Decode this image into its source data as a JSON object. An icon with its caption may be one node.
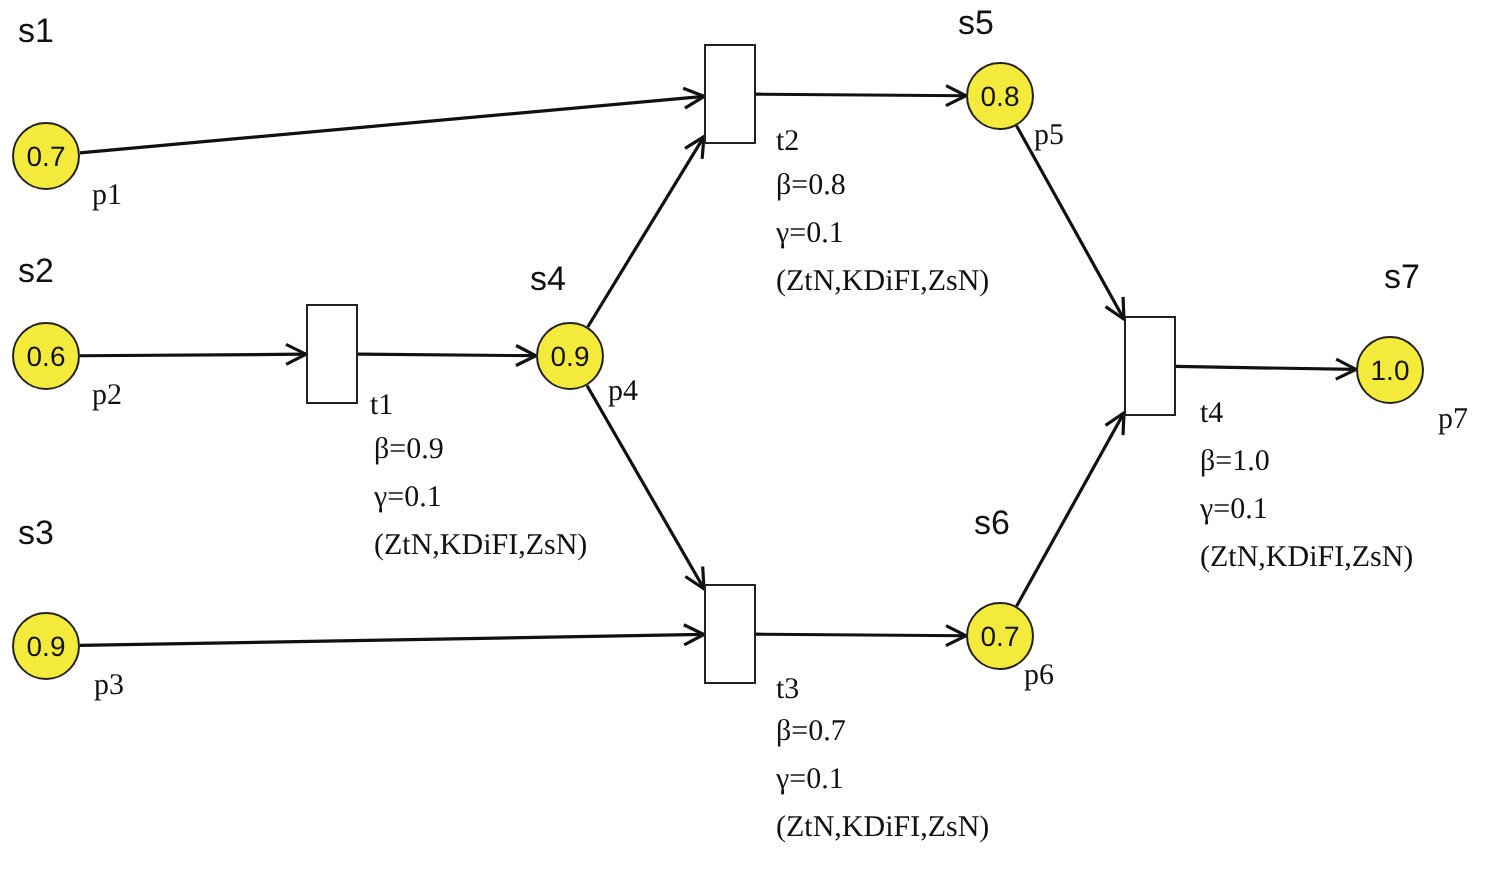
{
  "diagram": {
    "nodes": [
      {
        "text": [
          "0.7"
        ],
        "beside": [
          "s1",
          "p1"
        ]
      },
      {
        "text": [
          "0.6"
        ],
        "beside": [
          "s2",
          "p2"
        ]
      },
      {
        "text": [
          "0.9"
        ],
        "beside": [
          "s3",
          "p3"
        ]
      },
      {
        "text": [],
        "shape": "box",
        "beside": [
          "t1",
          "β=0.9",
          "γ=0.1",
          "(ZtN,KDiFI,ZsN)"
        ]
      },
      {
        "text": [
          "0.9"
        ],
        "beside": [
          "s4",
          "p4"
        ]
      },
      {
        "text": [],
        "shape": "box",
        "beside": [
          "t2",
          "β=0.8",
          "γ=0.1",
          "(ZtN,KDiFI,ZsN)"
        ]
      },
      {
        "text": [],
        "shape": "box",
        "beside": [
          "t3",
          "β=0.7",
          "γ=0.1",
          "(ZtN,KDiFI,ZsN)"
        ]
      },
      {
        "text": [
          "0.8"
        ],
        "beside": [
          "s5",
          "p5"
        ]
      },
      {
        "text": [
          "0.7"
        ],
        "beside": [
          "s6",
          "p6"
        ]
      },
      {
        "text": [],
        "shape": "box",
        "beside": [
          "t4",
          "β=1.0",
          "γ=0.1",
          "(ZtN,KDiFI,ZsN)"
        ]
      },
      {
        "text": [
          "1.0"
        ],
        "beside": [
          "s7",
          "p7"
        ]
      }
    ],
    "edges": [
      {
        "from": 0,
        "to": 5,
        "arrow": "to"
      },
      {
        "from": 1,
        "to": 3,
        "arrow": "to"
      },
      {
        "from": 3,
        "to": 4,
        "arrow": "to"
      },
      {
        "from": 4,
        "to": 5,
        "arrow": "to"
      },
      {
        "from": 4,
        "to": 6,
        "arrow": "to"
      },
      {
        "from": 2,
        "to": 6,
        "arrow": "to"
      },
      {
        "from": 5,
        "to": 7,
        "arrow": "to"
      },
      {
        "from": 6,
        "to": 8,
        "arrow": "to"
      },
      {
        "from": 7,
        "to": 9,
        "arrow": "to"
      },
      {
        "from": 8,
        "to": 9,
        "arrow": "to"
      },
      {
        "from": 9,
        "to": 10,
        "arrow": "to"
      }
    ]
  }
}
